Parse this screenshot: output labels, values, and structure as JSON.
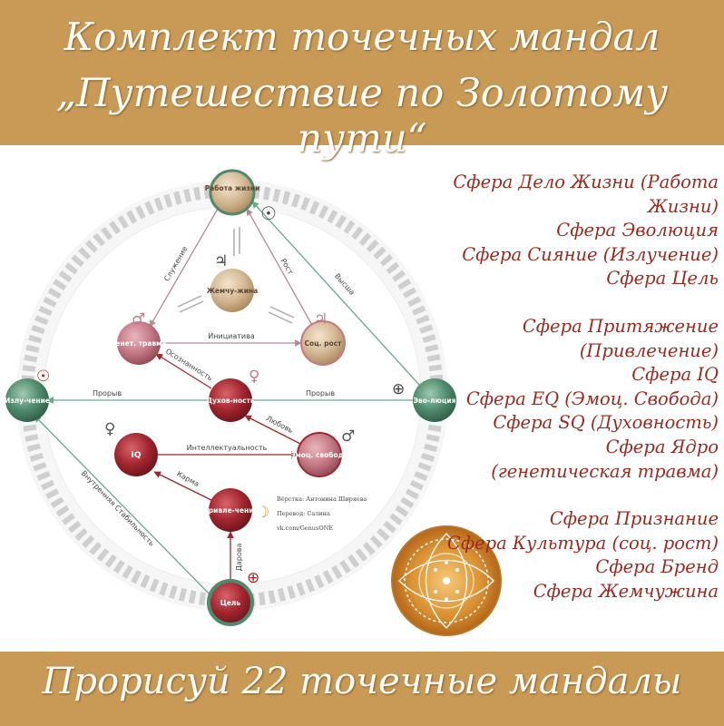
{
  "header": {
    "line1": "Комплект точечных мандал",
    "line2": "„Путешествие по Золотому пути“"
  },
  "footer": {
    "text": "Прорисуй 22 точечные мандалы"
  },
  "legend": {
    "group1": [
      "Сфера Дело Жизни (Работа Жизни)",
      "Сфера Эволюция",
      "Сфера Сияние (Излучение)",
      "Сфера Цель"
    ],
    "group2": [
      "Сфера Притяжение (Привлечение)",
      "Сфера IQ",
      "Сфера EQ (Эмоц. Свобода)",
      "Сфера SQ (Духовность)",
      "Сфера Ядро",
      "(генетическая травма)"
    ],
    "group3": [
      "Сфера Признание",
      "Сфера Культура (соц. рост)",
      "Сфера Бренд",
      "Сфера Жемчужина"
    ]
  },
  "nodes": {
    "work": "Работа жизни",
    "pearl": "Жемчу-жина",
    "genetic": "Генет. травма",
    "social": "Соц. рост",
    "soul": "Духов-ность",
    "emotion": "Эмоц. свобода",
    "iq": "IQ",
    "attract": "Привле-чение",
    "goal": "Цель",
    "radiance": "Излу-чение",
    "evolution": "Эво-люция"
  },
  "edges": {
    "service": "Служение",
    "growth": "Рост",
    "higher": "Высша",
    "initiative": "Инициатива",
    "breakthrough_left": "Прорыв",
    "breakthrough_right": "Прорыв",
    "intellect": "Интеллектуальность",
    "awareness": "Осознанность",
    "love": "Любовь",
    "karma": "Карма",
    "gifts": "Дарова",
    "inner_stability": "Внутренняя Стабильность"
  },
  "credits": {
    "line1": "Вёрстка: Антонина Ширяева",
    "line2": "Перевод: Салина",
    "line3": "vk.com/GenusONE"
  },
  "symbols": {
    "sun_top": "☉",
    "jupiter_top": "♃",
    "mars": "♂",
    "jupiter_right": "♃",
    "venus": "♀",
    "sun_left": "☉",
    "earth": "⊕",
    "mars2": "♂",
    "venus2": "♀",
    "moon": "☽",
    "earth_bottom": "⊕"
  },
  "colors": {
    "band": "#c99a55",
    "legend_text": "#9b2a1f",
    "green_node": "#4f8a6c",
    "pink_node": "#c47a86",
    "red_node": "#a2262f",
    "tan_node": "#d4b894"
  }
}
